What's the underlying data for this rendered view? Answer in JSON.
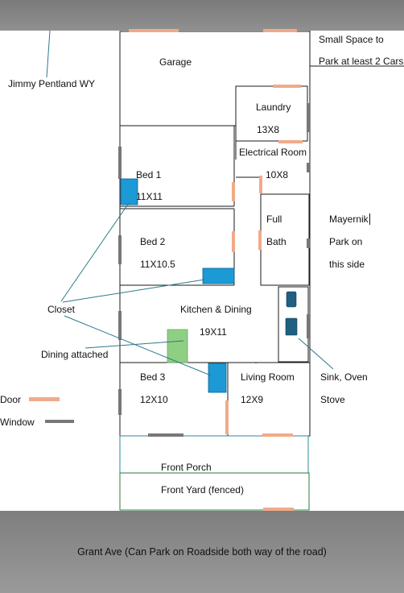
{
  "roads": {
    "bottom_label": "Grant Ave (Can Park on Roadside both way of the road)",
    "top_label": "Jimmy Pentland WY"
  },
  "notes": {
    "parking_line1": "Small Space to",
    "parking_line2": "Park at least 2 Cars",
    "side_line1": "Mayernik",
    "side_line2": "Park on",
    "side_line3": "this side"
  },
  "rooms": {
    "garage": "Garage",
    "laundry": "Laundry",
    "laundry_size": "13X8",
    "electrical": "Electrical Room",
    "electrical_size": "10X8",
    "bed1": "Bed 1",
    "bed1_size": "11X11",
    "full_bath_line1": "Full",
    "full_bath_line2": "Bath",
    "bed2": "Bed 2",
    "bed2_size": "11X10.5",
    "kitchen": "Kitchen & Dining",
    "kitchen_size": "19X11",
    "bed3": "Bed 3",
    "bed3_size": "12X10",
    "living": "Living Room",
    "living_size": "12X9",
    "front_porch": "Front Porch",
    "front_yard": "Front Yard (fenced)"
  },
  "callouts": {
    "closet": "Closet",
    "dining_attached": "Dining attached",
    "sink_oven": "Sink, Oven",
    "stove": "Stove"
  },
  "legend": {
    "door": "Door",
    "window": "Window",
    "door_color": "#f0aa88",
    "window_color": "#777777"
  },
  "colors": {
    "closet": "#1b9ad6",
    "dining_attached": "#8fcf84",
    "appliance": "#1f5f80",
    "wall": "#1a1a1a",
    "callout_line": "#2a7a8a",
    "front_porch_border": "#2e8a9a",
    "front_yard_border": "#2e7a3e"
  }
}
